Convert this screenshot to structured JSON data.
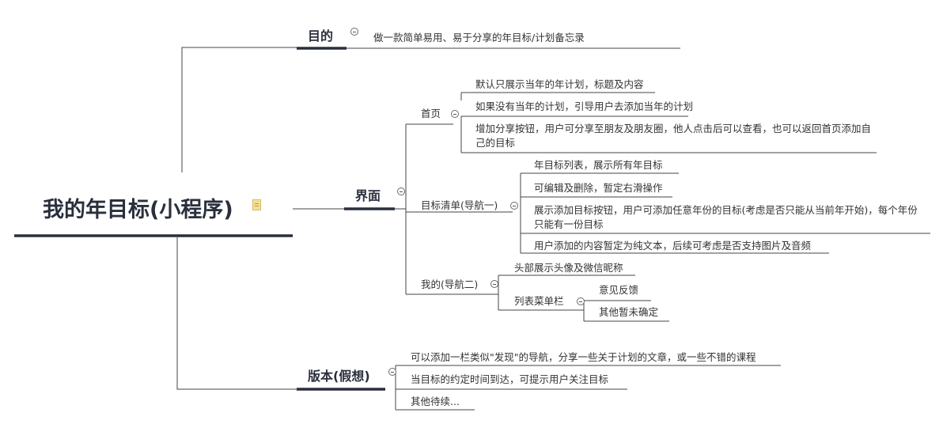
{
  "root": {
    "title": "我的年目标(小程序)"
  },
  "purpose": {
    "title": "目的",
    "text": "做一款简单易用、易于分享的年目标/计划备忘录"
  },
  "ui": {
    "title": "界面",
    "home": {
      "label": "首页",
      "items": [
        "默认只展示当年的年计划，标题及内容",
        "如果没有当年的计划，引导用户去添加当年的计划",
        "增加分享按钮，用户可分享至朋友及朋友圈，他人点击后可以查看，也可以返回首页添加自己的目标"
      ]
    },
    "goals": {
      "label": "目标清单(导航一)",
      "items": [
        "年目标列表，展示所有年目标",
        "可编辑及删除，暂定右滑操作",
        "展示添加目标按钮，用户可添加任意年份的目标(考虑是否只能从当前年开始)，每个年份只能有一份目标",
        "用户添加的内容暂定为纯文本，后续可考虑是否支持图片及音频"
      ]
    },
    "mine": {
      "label": "我的(导航二)",
      "header": "头部展示头像及微信昵称",
      "menu": {
        "label": "列表菜单栏",
        "items": [
          "意见反馈",
          "其他暂未确定"
        ]
      }
    }
  },
  "version": {
    "title": "版本(假想)",
    "items": [
      "可以添加一栏类似\"发现\"的导航，分享一些关于计划的文章，或一些不错的课程",
      "当目标的约定时间到达，可提示用户关注目标",
      "其他待续..."
    ]
  },
  "colors": {
    "line": "#2a2f3d",
    "underline": "#2a2f3d",
    "note": "#f5df9a"
  }
}
